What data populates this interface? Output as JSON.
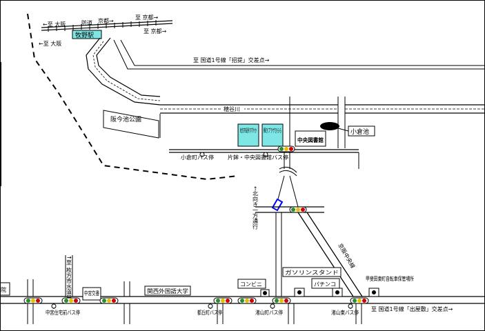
{
  "rail": {
    "top_left": "←至 大阪",
    "top_mid": "防道",
    "top_right": "京都→",
    "top_far_right": "至 京都→",
    "bottom_left": "←至 大阪",
    "bottom_right": "至 京都→",
    "station": "牧野駅"
  },
  "roads": {
    "route1_top": "至 国道1号線「招提」交差点→",
    "route1_bottom": "至 国道1号線「出屋敷」交差点→",
    "river": "穂谷川",
    "one_way": "←北向き一方通行",
    "kyoto_road": "京阪中央線",
    "up_route": "↑至 枚方市水道局"
  },
  "places": {
    "park": "阪今池公園",
    "pond": "小倉池",
    "library": "中央図書館",
    "shiyakusho": "枚方市役所すずやか",
    "plaza": "輝きプラザきらら",
    "university": "関西外国語大学",
    "konbini": "コンビニ",
    "gas": "ガソリンスタンド",
    "pachinko": "パチンコ",
    "bike": "甲斐田東町自転車保管場所",
    "koban": "中宮交番",
    "hospital": "院"
  },
  "bus_stops": {
    "ogura": "小倉町バス停",
    "katahoko": "片鉾・中央図書館バス停",
    "nakamiya": "中宮住宅前バス停",
    "miyaoka": "都丘町バス停",
    "seiyama": "渚山町バス停",
    "seiyama_east": "渚山東バス停"
  }
}
